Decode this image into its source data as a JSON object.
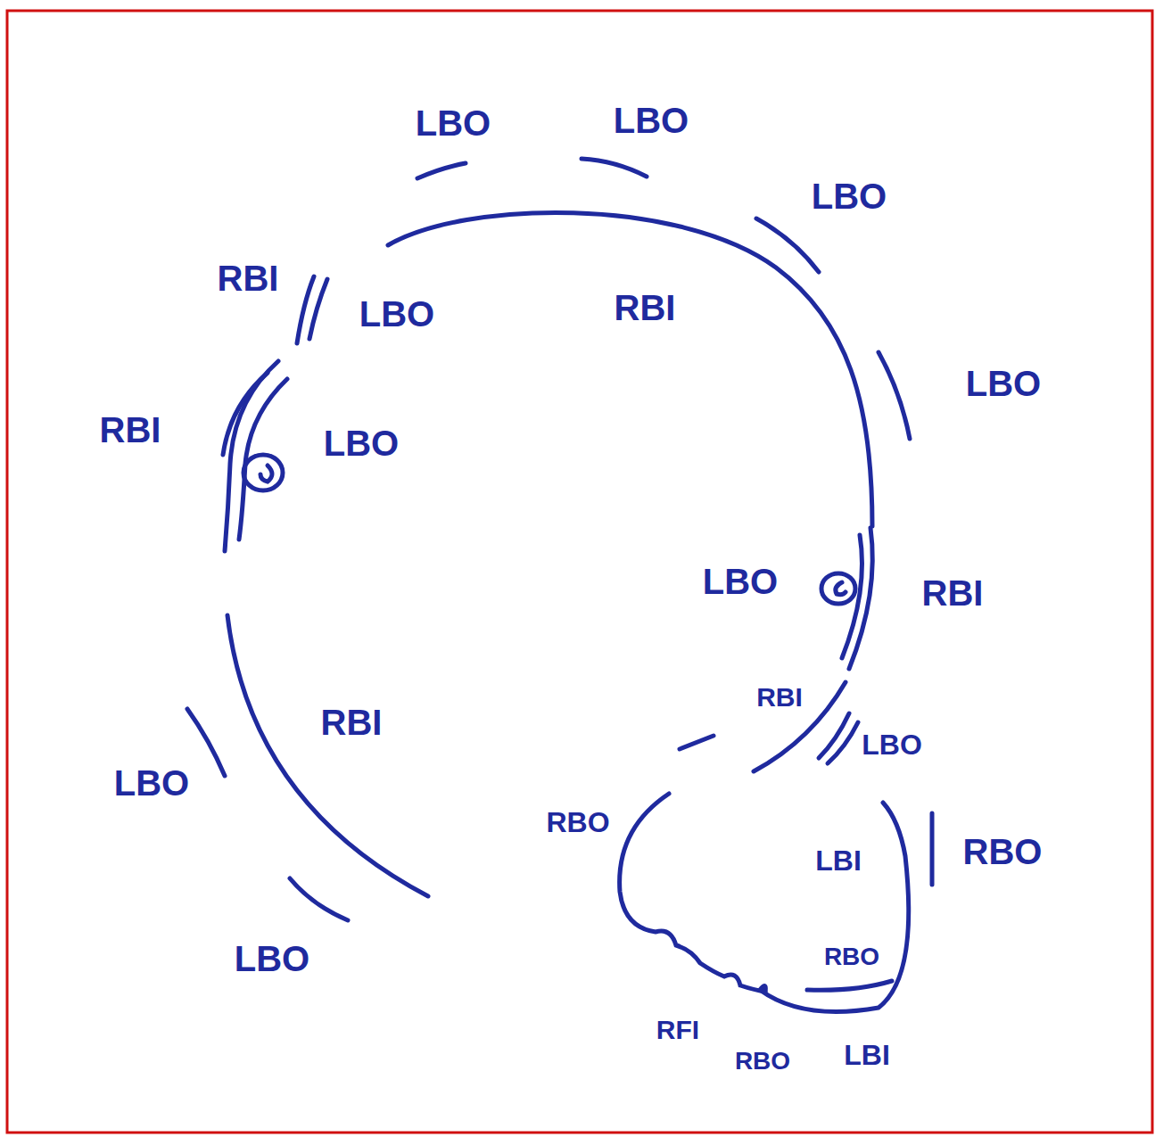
{
  "diagram": {
    "labels": [
      "LBO",
      "LBO",
      "LBO",
      "RBI",
      "LBO",
      "RBI",
      "LBO",
      "RBI",
      "LBO",
      "LBO",
      "RBI",
      "RBI",
      "RBI",
      "LBO",
      "LBO",
      "RBO",
      "LBI",
      "RBO",
      "LBO",
      "RBO",
      "RFI",
      "RBO",
      "LBI"
    ]
  }
}
